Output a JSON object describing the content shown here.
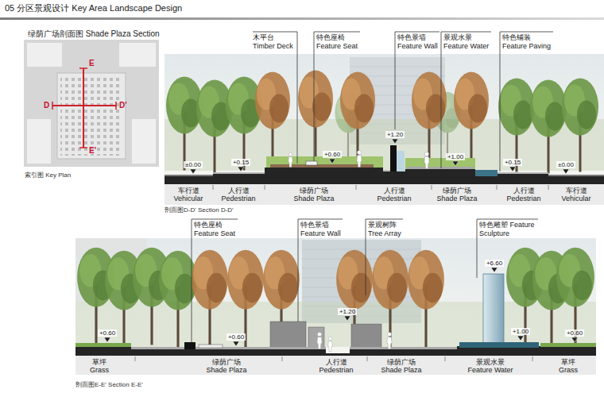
{
  "diagram": {
    "title": "05 分区景观设计 Key Area Landscape Design",
    "labels": [
      "绿荫广场剖面图 Shade Plaza Section",
      "E",
      "D",
      "D'",
      "E'",
      "索引图 Key Plan",
      "木平台 Timber Deck",
      "特色座椅 Feature Seat",
      "特色景墙 Feature Wall",
      "景观水景 Feature Water",
      "特色铺装 Feature Paving",
      "±0.00",
      "+0.15",
      "+0.60",
      "+1.20",
      "+1.00",
      "+0.15",
      "±0.00",
      "车行道 Vehicular",
      "人行道 Pedestrian",
      "绿荫广场 Shade Plaza",
      "人行道 Pedestrian",
      "绿荫广场 Shade Plaza",
      "人行道 Pedestrian",
      "车行道 Vehicular",
      "剖面图D-D' Section D-D'",
      "特色座椅 Feature Seat",
      "特色景墙 Feature Wall",
      "景观树阵 Tree Array",
      "特色雕塑 Feature Sculpture",
      "+6.60",
      "+0.60",
      "+0.60",
      "+1.20",
      "+1.00",
      "+0.60",
      "草坪 Grass",
      "绿荫广场 Shade Plaza",
      "人行道 Pedestrian",
      "绿荫广场 Shade Plaza",
      "景观水景 Feature Water",
      "草坪 Grass",
      "剖面图E-E' Section E-E'"
    ]
  }
}
